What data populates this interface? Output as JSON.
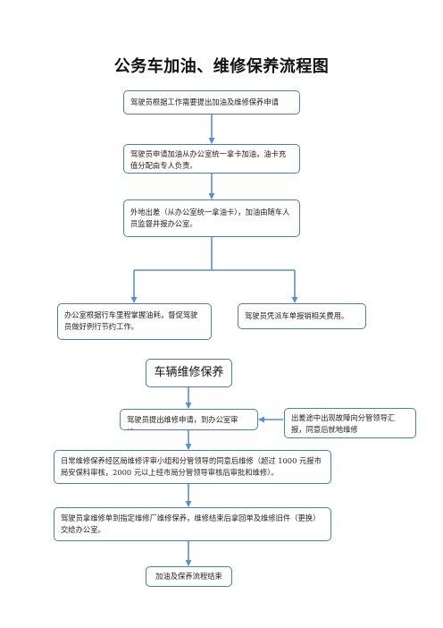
{
  "title": "公务车加油、维修保养流程图",
  "fuel_flow": {
    "step1": "驾驶员根据工作需要提出加油及维修保养申请",
    "step2": "驾驶员申请加油从办公室统一拿卡加油，油卡充值分配由专人负责。",
    "step3": "外地出差（从办公室统一拿油卡），加油由随车人员监督并报办公室。",
    "branch_left": "办公室根据行车里程掌握油耗，督促驾驶员做好例行节约工作。",
    "branch_right": "驾驶员凭派车单报销相关费用。"
  },
  "maintenance_flow": {
    "section_title": "车辆维修保养",
    "step1": "驾驶员提出维修申请，到办公室审核。",
    "side_note": "出差途中出现故障向分管领导汇报，同意后就地维修",
    "step2": "日常维修保养经区局维修评审小组和分管领导的同意后维修（超过 1000 元报市局安保科审核，2000 元以上经市局分管领导审核后审批和维修）。",
    "step3": "驾驶员拿维修单到指定维修厂维修保养，维修结束后拿回单及维修旧件（更换）交给办公室。",
    "end": "加油及保养流程结束"
  },
  "colors": {
    "border": "#4a7ebb",
    "connector": "#5b8fc9"
  }
}
